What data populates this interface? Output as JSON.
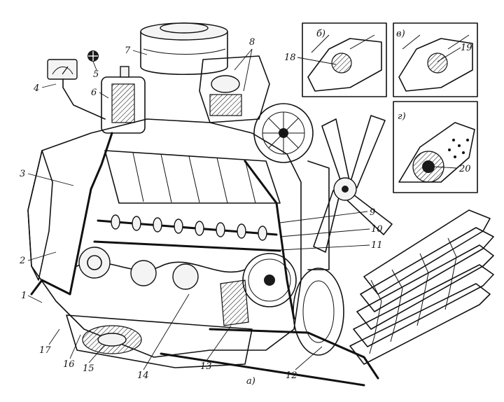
{
  "callouts": [
    {
      "id": "1",
      "text": "1"
    },
    {
      "id": "2",
      "text": "2"
    },
    {
      "id": "3",
      "text": "3"
    },
    {
      "id": "4",
      "text": "4"
    },
    {
      "id": "5",
      "text": "5"
    },
    {
      "id": "6",
      "text": "6"
    },
    {
      "id": "7",
      "text": "7"
    },
    {
      "id": "8",
      "text": "8"
    },
    {
      "id": "9",
      "text": "9"
    },
    {
      "id": "10",
      "text": "10"
    },
    {
      "id": "11",
      "text": "11"
    },
    {
      "id": "12",
      "text": "12"
    },
    {
      "id": "13",
      "text": "13"
    },
    {
      "id": "14",
      "text": "14"
    },
    {
      "id": "15",
      "text": "15"
    },
    {
      "id": "16",
      "text": "16"
    },
    {
      "id": "17",
      "text": "17"
    },
    {
      "id": "18",
      "text": "18"
    },
    {
      "id": "19",
      "text": "19"
    },
    {
      "id": "20",
      "text": "20"
    }
  ],
  "insets": {
    "b": "б)",
    "v": "в)",
    "g": "г)"
  },
  "main_view_label": "а)"
}
